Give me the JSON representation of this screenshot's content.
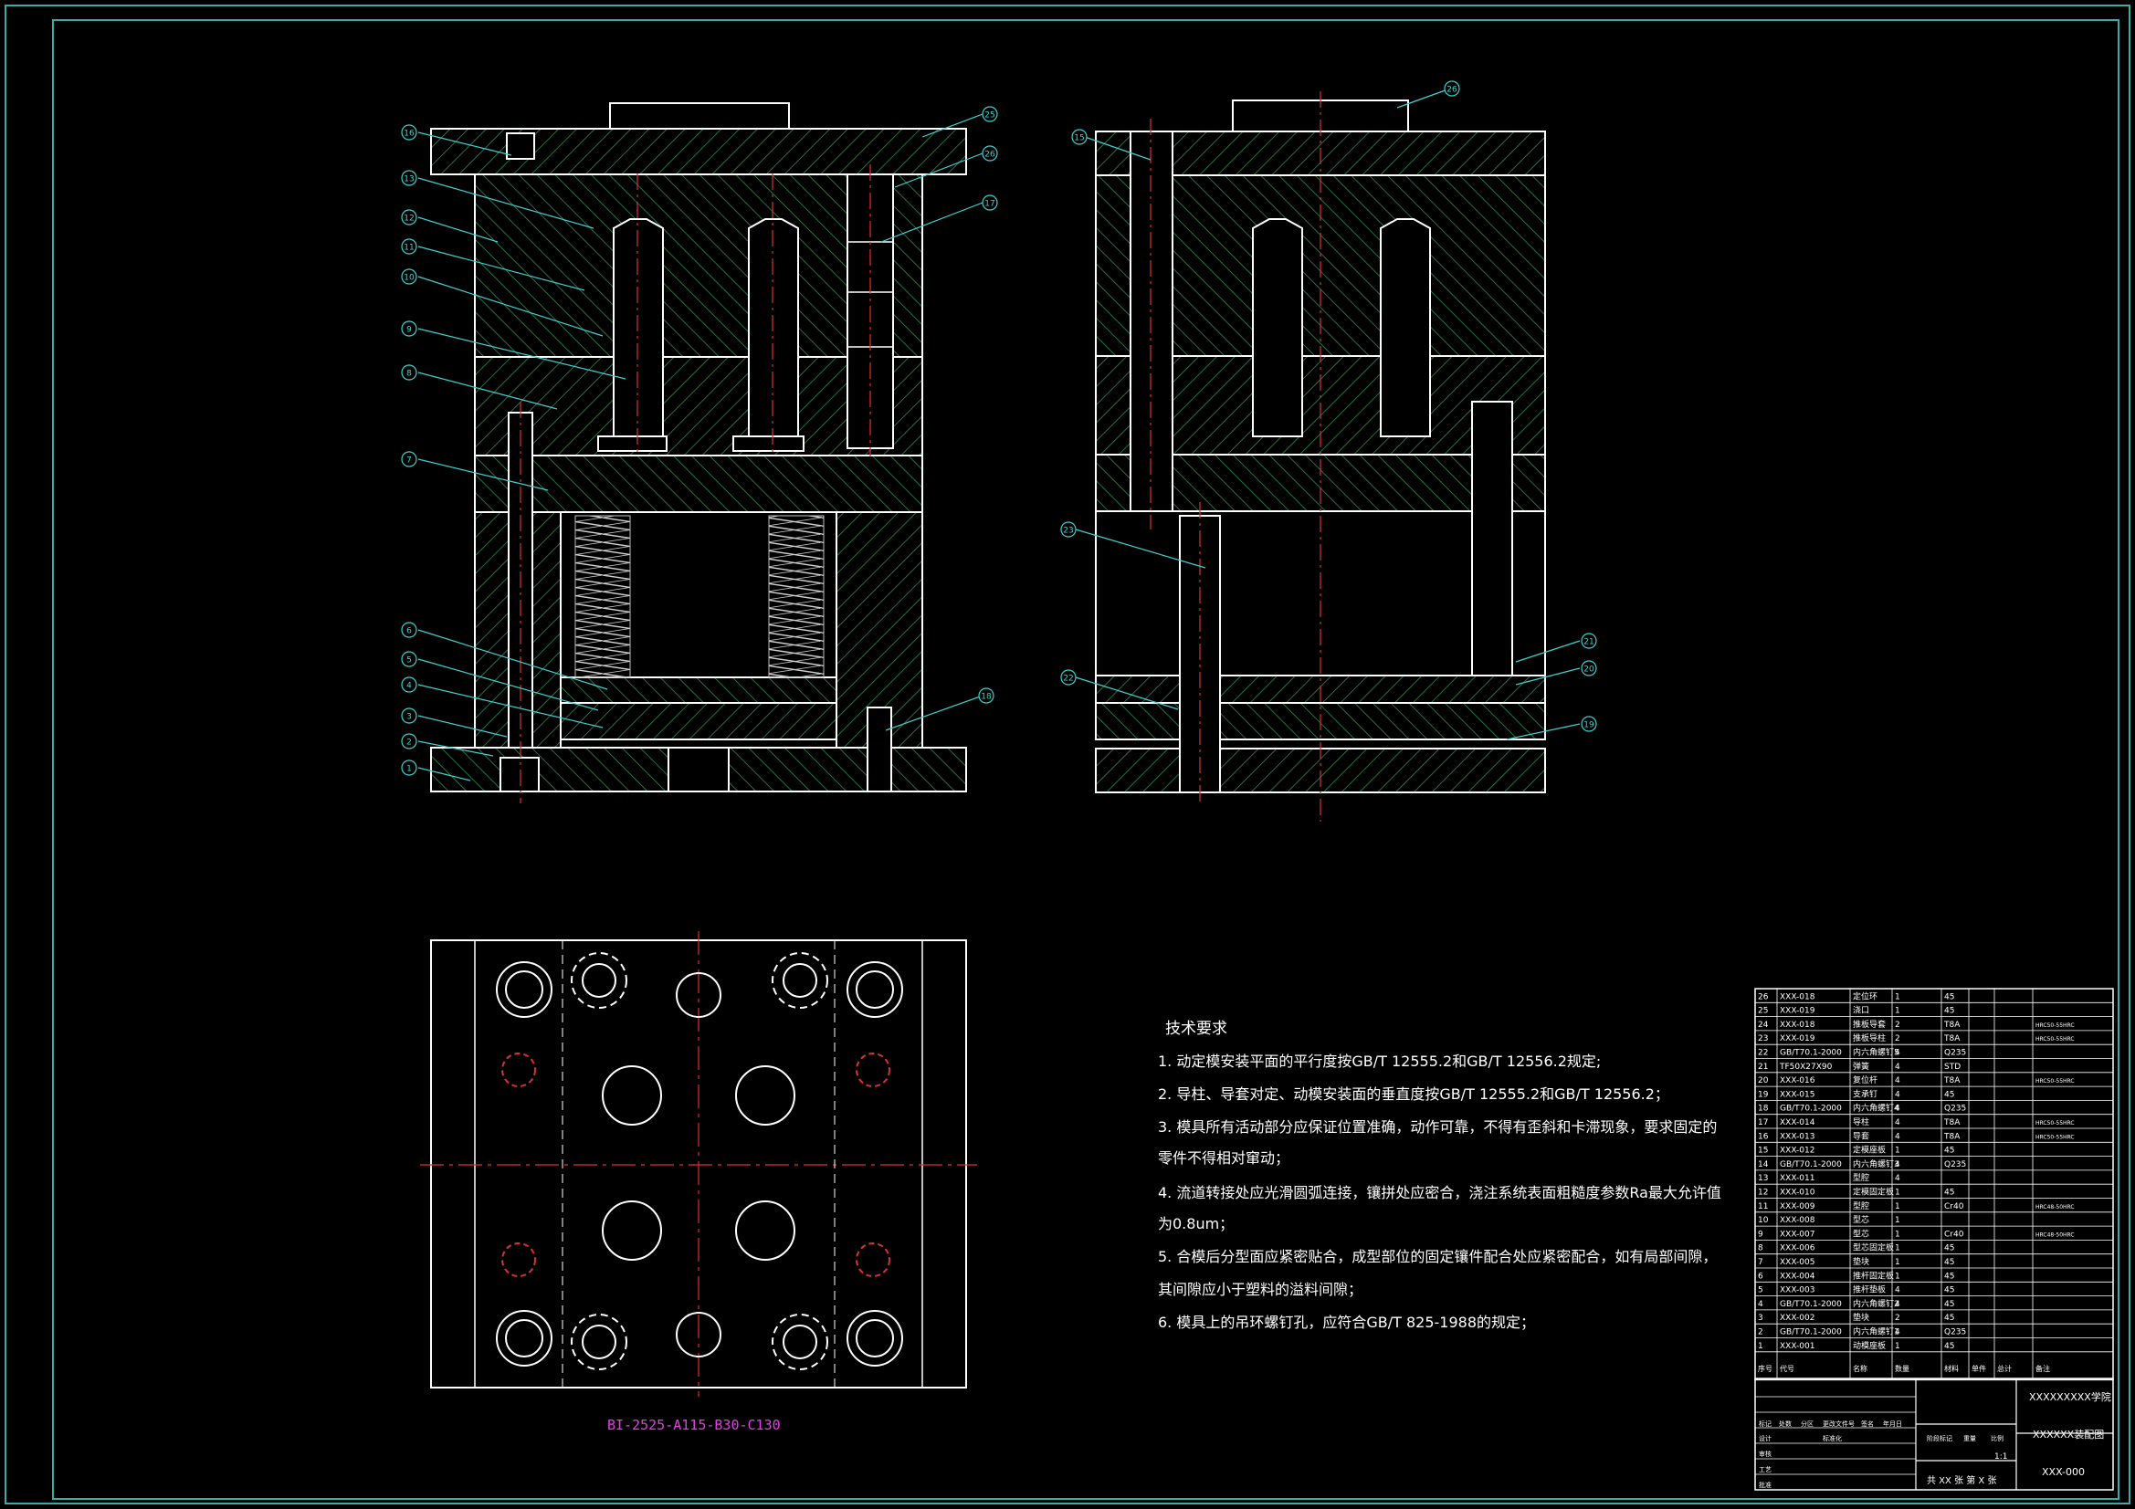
{
  "colors": {
    "background": "#000000",
    "frame": "#3fa9a9",
    "outline": "#ffffff",
    "hatch": "#2e8b57",
    "centerline": "#e03030",
    "leader": "#3fd0d0",
    "magenta": "#e040e0",
    "spring": "#c8c8c8"
  },
  "drawing": {
    "callouts_front": [
      "16",
      "13",
      "12",
      "11",
      "10",
      "9",
      "8",
      "7",
      "6",
      "5",
      "4",
      "3",
      "2",
      "1",
      "25",
      "26",
      "17",
      "18"
    ],
    "callouts_side": [
      "26",
      "15",
      "23",
      "22",
      "21",
      "20",
      "19"
    ],
    "plan_label": "BI-2525-A115-B30-C130"
  },
  "notes": {
    "heading": "技术要求",
    "lines": [
      "1. 动定模安装平面的平行度按GB/T 12555.2和GB/T 12556.2规定;",
      "2. 导柱、导套对定、动模安装面的垂直度按GB/T 12555.2和GB/T 12556.2；",
      "3. 模具所有活动部分应保证位置准确，动作可靠，不得有歪斜和卡滞现象，要求固定的",
      "   零件不得相对窜动；",
      "4. 流道转接处应光滑圆弧连接，镶拼处应密合，浇注系统表面粗糙度参数Ra最大允许值",
      "   为0.8um；",
      "5. 合模后分型面应紧密贴合，成型部位的固定镶件配合处应紧密配合，如有局部间隙，",
      "   其间隙应小于塑料的溢料间隙；",
      "6. 模具上的吊环螺钉孔，应符合GB/T 825-1988的规定；"
    ]
  },
  "bom": {
    "rows": [
      [
        "26",
        "XXX-018",
        "定位环",
        "1",
        "45",
        ""
      ],
      [
        "25",
        "XXX-019",
        "浇口",
        "1",
        "45",
        ""
      ],
      [
        "24",
        "XXX-018",
        "推板导套",
        "2",
        "T8A",
        "HRC50-55HRC"
      ],
      [
        "23",
        "XXX-019",
        "推板导柱",
        "2",
        "T8A",
        "HRC50-55HRC"
      ],
      [
        "22",
        "GB/T70.1-2000",
        "内六角螺钉5",
        "4",
        "Q235",
        ""
      ],
      [
        "21",
        "TF50X27X90",
        "弹簧",
        "4",
        "STD",
        ""
      ],
      [
        "20",
        "XXX-016",
        "复位杆",
        "4",
        "T8A",
        "HRC50-55HRC"
      ],
      [
        "19",
        "XXX-015",
        "支承钉",
        "4",
        "45",
        ""
      ],
      [
        "18",
        "GB/T70.1-2000",
        "内六角螺钉4",
        "4",
        "Q235",
        ""
      ],
      [
        "17",
        "XXX-014",
        "导柱",
        "4",
        "T8A",
        "HRC50-55HRC"
      ],
      [
        "16",
        "XXX-013",
        "导套",
        "4",
        "T8A",
        "HRC50-55HRC"
      ],
      [
        "15",
        "XXX-012",
        "定模座板",
        "1",
        "45",
        ""
      ],
      [
        "14",
        "GB/T70.1-2000",
        "内六角螺钉3",
        "4",
        "Q235",
        ""
      ],
      [
        "13",
        "XXX-011",
        "型腔",
        "4",
        "",
        ""
      ],
      [
        "12",
        "XXX-010",
        "定模固定板",
        "1",
        "45",
        ""
      ],
      [
        "11",
        "XXX-009",
        "型腔",
        "1",
        "Cr40",
        "HRC48-50HRC"
      ],
      [
        "10",
        "XXX-008",
        "型芯",
        "1",
        "",
        ""
      ],
      [
        "9",
        "XXX-007",
        "型芯",
        "1",
        "Cr40",
        "HRC48-50HRC"
      ],
      [
        "8",
        "XXX-006",
        "型芯固定板",
        "1",
        "45",
        ""
      ],
      [
        "7",
        "XXX-005",
        "垫块",
        "1",
        "45",
        ""
      ],
      [
        "6",
        "XXX-004",
        "推杆固定板",
        "1",
        "45",
        ""
      ],
      [
        "5",
        "XXX-003",
        "推杆垫板",
        "4",
        "45",
        ""
      ],
      [
        "4",
        "GB/T70.1-2000",
        "内六角螺钉2",
        "4",
        "45",
        ""
      ],
      [
        "3",
        "XXX-002",
        "垫块",
        "2",
        "45",
        ""
      ],
      [
        "2",
        "GB/T70.1-2000",
        "内六角螺钉1",
        "4",
        "Q235",
        ""
      ],
      [
        "1",
        "XXX-001",
        "动模座板",
        "1",
        "45",
        ""
      ]
    ],
    "header": [
      "序号",
      "代号",
      "名称",
      "数量",
      "材料",
      "单件",
      "总计",
      "备注"
    ]
  },
  "title_block": {
    "school": "XXXXXXXXX学院",
    "drawing_name": "XXXXXX装配图",
    "drawing_no": "XXX-000",
    "sheets": "共 XX 张  第 X 张",
    "scale": "1:1",
    "labels": [
      "标记",
      "处数",
      "分区",
      "更改文件号",
      "签名",
      "年月日",
      "设计",
      "标准化",
      "阶段标记",
      "重量",
      "比例",
      "审核",
      "工艺",
      "批准"
    ]
  }
}
